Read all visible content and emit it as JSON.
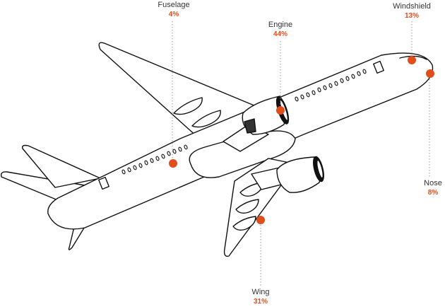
{
  "accent_color": "#e04e1b",
  "parts": [
    {
      "key": "fuselage",
      "name": "Fuselage",
      "value": "4%"
    },
    {
      "key": "engine",
      "name": "Engine",
      "value": "44%"
    },
    {
      "key": "windshield",
      "name": "Windshield",
      "value": "13%"
    },
    {
      "key": "nose",
      "name": "Nose",
      "value": "8%"
    },
    {
      "key": "wing",
      "name": "Wing",
      "value": "31%"
    }
  ]
}
